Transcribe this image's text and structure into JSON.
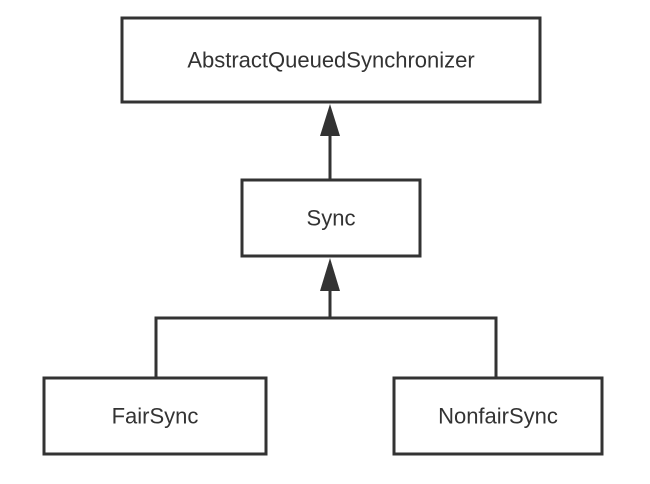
{
  "diagram": {
    "nodes": {
      "aqs": "AbstractQueuedSynchronizer",
      "sync": "Sync",
      "fair": "FairSync",
      "nonfair": "NonfairSync"
    },
    "colors": {
      "stroke": "#333333",
      "background": "#ffffff",
      "text": "#333333"
    }
  }
}
